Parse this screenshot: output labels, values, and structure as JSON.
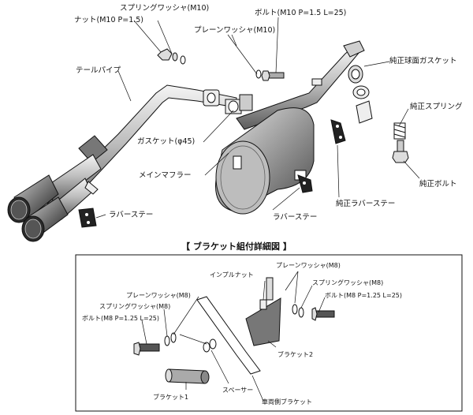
{
  "top_labels": {
    "spring_washer_m10": "スプリングワッシャ(M10)",
    "nut_m10": "ナット(M10 P=1.5)",
    "bolt_m10": "ボルト(M10 P=1.5 L=25)",
    "plain_washer_m10": "プレーンワッシャ(M10)",
    "genuine_ball_gasket": "純正球面ガスケット",
    "tail_pipe": "テールパイプ",
    "genuine_spring": "純正スプリング",
    "gasket_45": "ガスケット(φ45)",
    "genuine_bolt": "純正ボルト",
    "main_muffler": "メインマフラー",
    "genuine_rubber_stay": "純正ラバーステー",
    "rubber_stay_left": "ラバーステー",
    "rubber_stay_center": "ラバーステー"
  },
  "detail": {
    "title": "【 ブラケット組付詳細図 】",
    "plain_washer_m8_right": "プレーンワッシャ(M8)",
    "inpul_nut": "インプルナット",
    "spring_washer_m8_right": "スプリングワッシャ(M8)",
    "bolt_m8_right": "ボルト(M8 P=1.25 L=25)",
    "plain_washer_m8_left": "プレーンワッシャ(M8)",
    "spring_washer_m8_left": "スプリングワッシャ(M8)",
    "bolt_m8_left": "ボルト(M8 P=1.25 L=25)",
    "bracket_2": "ブラケット2",
    "bracket_1": "ブラケット1",
    "spacer": "スペーサー",
    "vehicle_bracket": "車両側ブラケット"
  }
}
